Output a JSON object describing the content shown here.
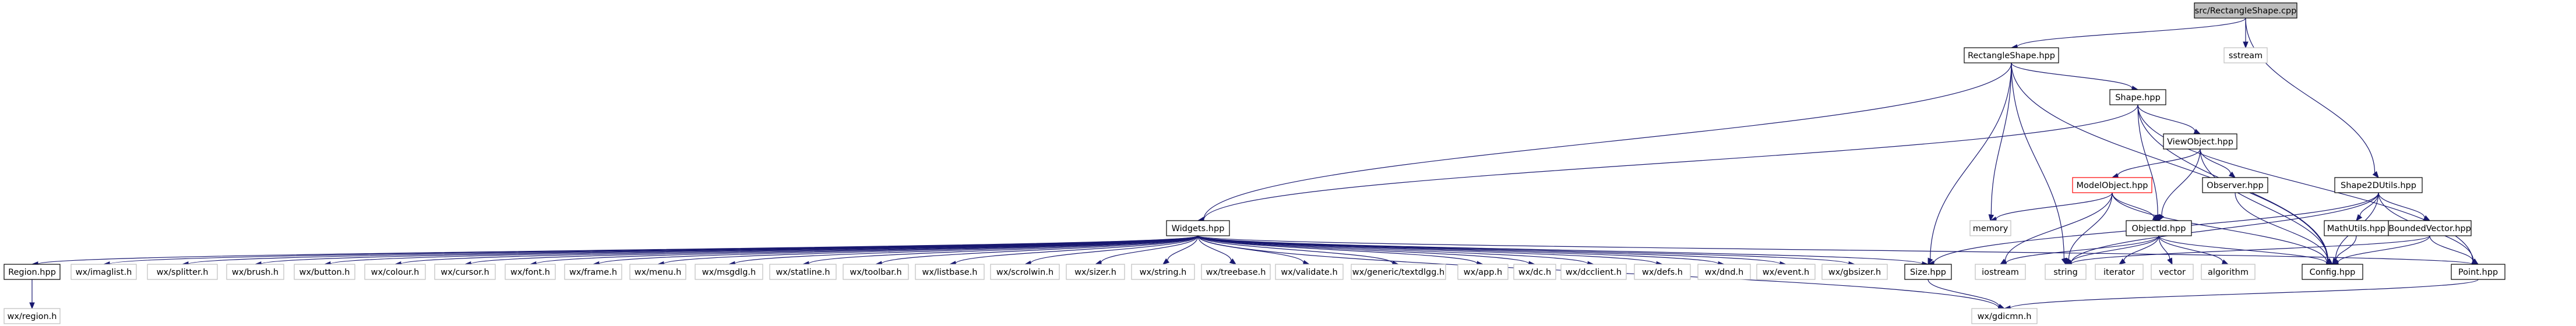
{
  "colors": {
    "edge": "#191970",
    "node_border": "#000000",
    "node_border_missing": "#bfbfbf",
    "node_border_undocumented": "#ff0000",
    "root_fill": "#bfbfbf",
    "node_fill": "#ffffff",
    "missing_text": "#000000"
  },
  "nodes": [
    {
      "id": "root",
      "label": "src/RectangleShape.cpp",
      "kind": "root"
    },
    {
      "id": "rectshape",
      "label": "RectangleShape.hpp",
      "kind": "documented"
    },
    {
      "id": "sstream",
      "label": "sstream",
      "kind": "missing"
    },
    {
      "id": "shape",
      "label": "Shape.hpp",
      "kind": "documented"
    },
    {
      "id": "viewobject",
      "label": "ViewObject.hpp",
      "kind": "documented"
    },
    {
      "id": "modelobject",
      "label": "ModelObject.hpp",
      "kind": "undocumented"
    },
    {
      "id": "observer",
      "label": "Observer.hpp",
      "kind": "documented"
    },
    {
      "id": "shape2dutils",
      "label": "Shape2DUtils.hpp",
      "kind": "documented"
    },
    {
      "id": "mathutils",
      "label": "MathUtils.hpp",
      "kind": "documented"
    },
    {
      "id": "boundedvector",
      "label": "BoundedVector.hpp",
      "kind": "documented"
    },
    {
      "id": "memory",
      "label": "memory",
      "kind": "missing"
    },
    {
      "id": "objectid",
      "label": "ObjectId.hpp",
      "kind": "documented"
    },
    {
      "id": "widgets",
      "label": "Widgets.hpp",
      "kind": "documented"
    },
    {
      "id": "region",
      "label": "Region.hpp",
      "kind": "documented"
    },
    {
      "id": "wxregion",
      "label": "wx/region.h",
      "kind": "missing"
    },
    {
      "id": "imaglist",
      "label": "wx/imaglist.h",
      "kind": "missing"
    },
    {
      "id": "splitter",
      "label": "wx/splitter.h",
      "kind": "missing"
    },
    {
      "id": "brush",
      "label": "wx/brush.h",
      "kind": "missing"
    },
    {
      "id": "button",
      "label": "wx/button.h",
      "kind": "missing"
    },
    {
      "id": "colour",
      "label": "wx/colour.h",
      "kind": "missing"
    },
    {
      "id": "cursor",
      "label": "wx/cursor.h",
      "kind": "missing"
    },
    {
      "id": "font",
      "label": "wx/font.h",
      "kind": "missing"
    },
    {
      "id": "frame",
      "label": "wx/frame.h",
      "kind": "missing"
    },
    {
      "id": "menu",
      "label": "wx/menu.h",
      "kind": "missing"
    },
    {
      "id": "msgdlg",
      "label": "wx/msgdlg.h",
      "kind": "missing"
    },
    {
      "id": "statline",
      "label": "wx/statline.h",
      "kind": "missing"
    },
    {
      "id": "toolbar",
      "label": "wx/toolbar.h",
      "kind": "missing"
    },
    {
      "id": "listbase",
      "label": "wx/listbase.h",
      "kind": "missing"
    },
    {
      "id": "scrolwin",
      "label": "wx/scrolwin.h",
      "kind": "missing"
    },
    {
      "id": "sizer",
      "label": "wx/sizer.h",
      "kind": "missing"
    },
    {
      "id": "string",
      "label": "wx/string.h",
      "kind": "missing"
    },
    {
      "id": "treebase",
      "label": "wx/treebase.h",
      "kind": "missing"
    },
    {
      "id": "validate",
      "label": "wx/validate.h",
      "kind": "missing"
    },
    {
      "id": "textdlg",
      "label": "wx/generic/textdlgg.h",
      "kind": "missing"
    },
    {
      "id": "app",
      "label": "wx/app.h",
      "kind": "missing"
    },
    {
      "id": "dc",
      "label": "wx/dc.h",
      "kind": "missing"
    },
    {
      "id": "dcclient",
      "label": "wx/dcclient.h",
      "kind": "missing"
    },
    {
      "id": "defs",
      "label": "wx/defs.h",
      "kind": "missing"
    },
    {
      "id": "dnd",
      "label": "wx/dnd.h",
      "kind": "missing"
    },
    {
      "id": "event",
      "label": "wx/event.h",
      "kind": "missing"
    },
    {
      "id": "gbsizer",
      "label": "wx/gbsizer.h",
      "kind": "missing"
    },
    {
      "id": "size",
      "label": "Size.hpp",
      "kind": "documented"
    },
    {
      "id": "iostream",
      "label": "iostream",
      "kind": "missing"
    },
    {
      "id": "stdstring",
      "label": "string",
      "kind": "missing"
    },
    {
      "id": "iterator",
      "label": "iterator",
      "kind": "missing"
    },
    {
      "id": "vector",
      "label": "vector",
      "kind": "missing"
    },
    {
      "id": "algorithm",
      "label": "algorithm",
      "kind": "missing"
    },
    {
      "id": "config",
      "label": "Config.hpp",
      "kind": "documented"
    },
    {
      "id": "point",
      "label": "Point.hpp",
      "kind": "documented"
    },
    {
      "id": "gdicmn",
      "label": "wx/gdicmn.h",
      "kind": "missing"
    }
  ],
  "edges": [
    [
      "root",
      "rectshape"
    ],
    [
      "root",
      "sstream"
    ],
    [
      "root",
      "shape2dutils"
    ],
    [
      "rectshape",
      "shape"
    ],
    [
      "rectshape",
      "widgets"
    ],
    [
      "rectshape",
      "memory"
    ],
    [
      "rectshape",
      "stdstring"
    ],
    [
      "rectshape",
      "size"
    ],
    [
      "rectshape",
      "config"
    ],
    [
      "shape",
      "viewobject"
    ],
    [
      "shape",
      "widgets"
    ],
    [
      "shape",
      "objectid"
    ],
    [
      "shape",
      "config"
    ],
    [
      "shape",
      "point"
    ],
    [
      "viewobject",
      "modelobject"
    ],
    [
      "viewobject",
      "observer"
    ],
    [
      "viewobject",
      "objectid"
    ],
    [
      "viewobject",
      "config"
    ],
    [
      "modelobject",
      "memory"
    ],
    [
      "modelobject",
      "objectid"
    ],
    [
      "modelobject",
      "iostream"
    ],
    [
      "modelobject",
      "stdstring"
    ],
    [
      "modelobject",
      "config"
    ],
    [
      "observer",
      "config"
    ],
    [
      "objectid",
      "iostream"
    ],
    [
      "objectid",
      "stdstring"
    ],
    [
      "objectid",
      "iterator"
    ],
    [
      "objectid",
      "vector"
    ],
    [
      "objectid",
      "algorithm"
    ],
    [
      "objectid",
      "config"
    ],
    [
      "shape2dutils",
      "mathutils"
    ],
    [
      "shape2dutils",
      "boundedvector"
    ],
    [
      "shape2dutils",
      "size"
    ],
    [
      "shape2dutils",
      "point"
    ],
    [
      "shape2dutils",
      "stdstring"
    ],
    [
      "shape2dutils",
      "config"
    ],
    [
      "mathutils",
      "config"
    ],
    [
      "boundedvector",
      "stdstring"
    ],
    [
      "boundedvector",
      "config"
    ],
    [
      "boundedvector",
      "point"
    ],
    [
      "widgets",
      "region"
    ],
    [
      "widgets",
      "imaglist"
    ],
    [
      "widgets",
      "splitter"
    ],
    [
      "widgets",
      "brush"
    ],
    [
      "widgets",
      "button"
    ],
    [
      "widgets",
      "colour"
    ],
    [
      "widgets",
      "cursor"
    ],
    [
      "widgets",
      "font"
    ],
    [
      "widgets",
      "frame"
    ],
    [
      "widgets",
      "menu"
    ],
    [
      "widgets",
      "msgdlg"
    ],
    [
      "widgets",
      "statline"
    ],
    [
      "widgets",
      "toolbar"
    ],
    [
      "widgets",
      "listbase"
    ],
    [
      "widgets",
      "scrolwin"
    ],
    [
      "widgets",
      "sizer"
    ],
    [
      "widgets",
      "string"
    ],
    [
      "widgets",
      "treebase"
    ],
    [
      "widgets",
      "validate"
    ],
    [
      "widgets",
      "textdlg"
    ],
    [
      "widgets",
      "app"
    ],
    [
      "widgets",
      "dc"
    ],
    [
      "widgets",
      "dcclient"
    ],
    [
      "widgets",
      "defs"
    ],
    [
      "widgets",
      "dnd"
    ],
    [
      "widgets",
      "event"
    ],
    [
      "widgets",
      "gbsizer"
    ],
    [
      "widgets",
      "size"
    ],
    [
      "widgets",
      "point"
    ],
    [
      "widgets",
      "gdicmn"
    ],
    [
      "region",
      "wxregion"
    ],
    [
      "size",
      "gdicmn"
    ],
    [
      "point",
      "gdicmn"
    ]
  ]
}
